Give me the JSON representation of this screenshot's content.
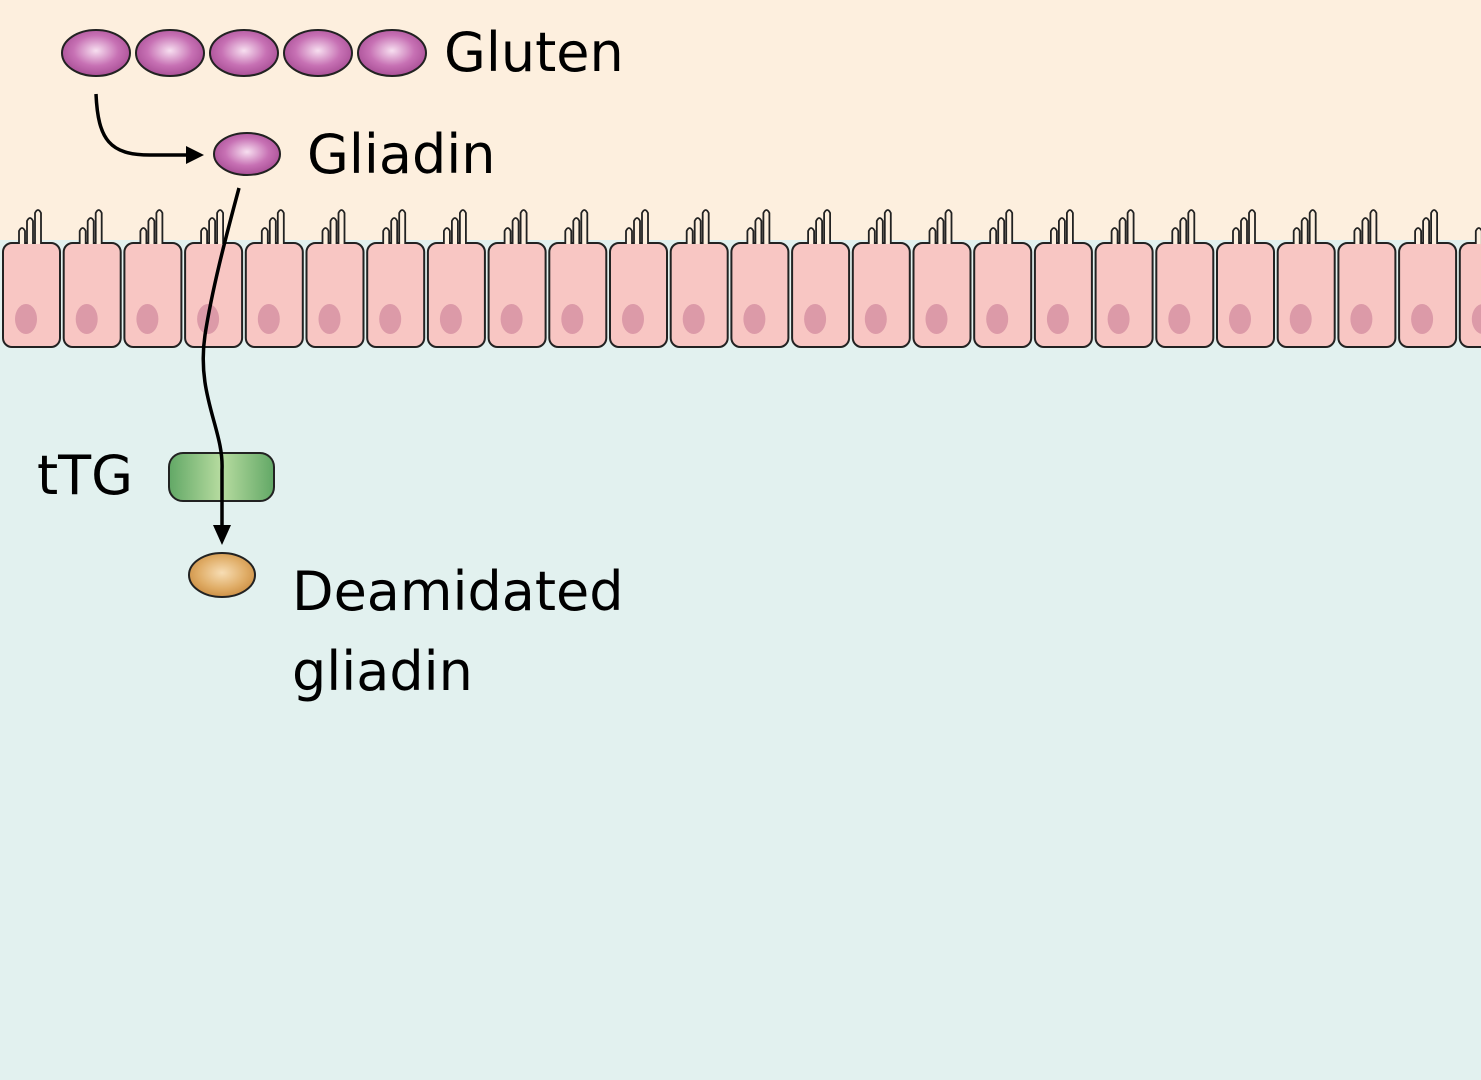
{
  "labels": {
    "gluten": "Gluten",
    "gliadin": "Gliadin",
    "ttg": "tTG",
    "deamidated_line1": "Deamidated",
    "deamidated_line2": "gliadin"
  },
  "colors": {
    "lumen_bg": "#fdefde",
    "tissue_bg": "#e2f1ef",
    "gluten_bead": "#b0509a",
    "cell_fill": "#f8c6c3",
    "nucleus": "#dc9aa8",
    "ttg_enzyme": "#7cbf7c",
    "deamidated_bead": "#d9a35a"
  },
  "counts": {
    "gluten_beads": 5,
    "epithelial_cells": 25
  }
}
